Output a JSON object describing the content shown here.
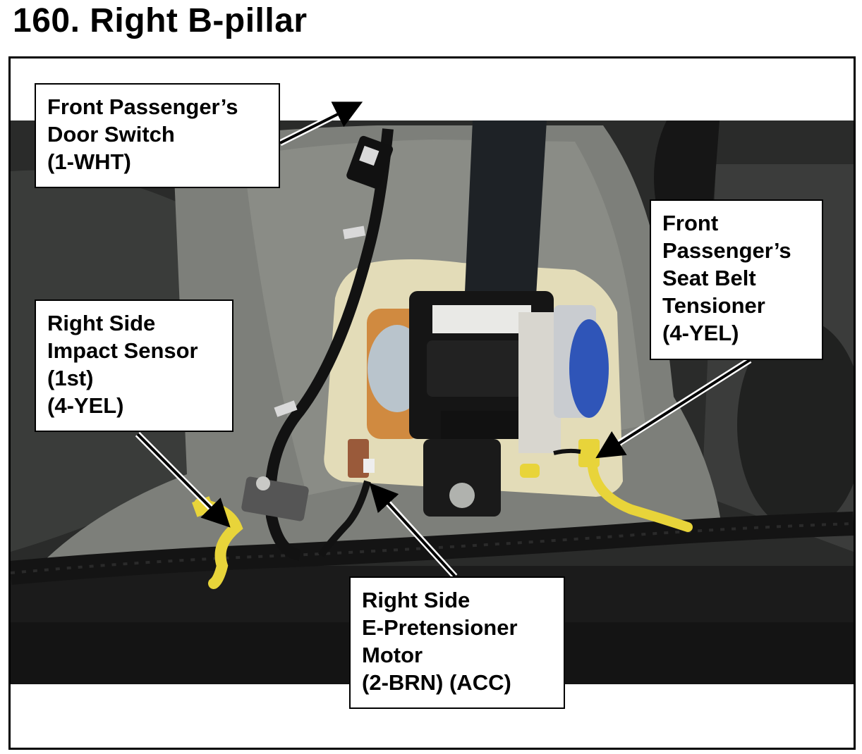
{
  "page": {
    "title": "160.  Right B-pillar"
  },
  "callouts": {
    "door_switch": [
      "Front Passenger’s",
      "Door Switch",
      "(1-WHT)"
    ],
    "impact_sensor": [
      "Right Side",
      "Impact Sensor",
      "(1st)",
      "(4-YEL)"
    ],
    "seat_belt_tensioner": [
      "Front",
      "Passenger’s",
      "Seat Belt",
      "Tensioner",
      "(4-YEL)"
    ],
    "e_pretensioner": [
      "Right Side",
      "E-Pretensioner",
      "Motor",
      "(2-BRN) (ACC)"
    ]
  },
  "colors": {
    "connector_yellow": "#e8d43a",
    "connector_brown": "#9a5a3a",
    "harness_black": "#141414",
    "pillar_grey": "#7d7f7a",
    "carpet_black": "#1b1b1b",
    "retractor_orange": "#d08a40",
    "retractor_blue": "#2f55b8"
  }
}
